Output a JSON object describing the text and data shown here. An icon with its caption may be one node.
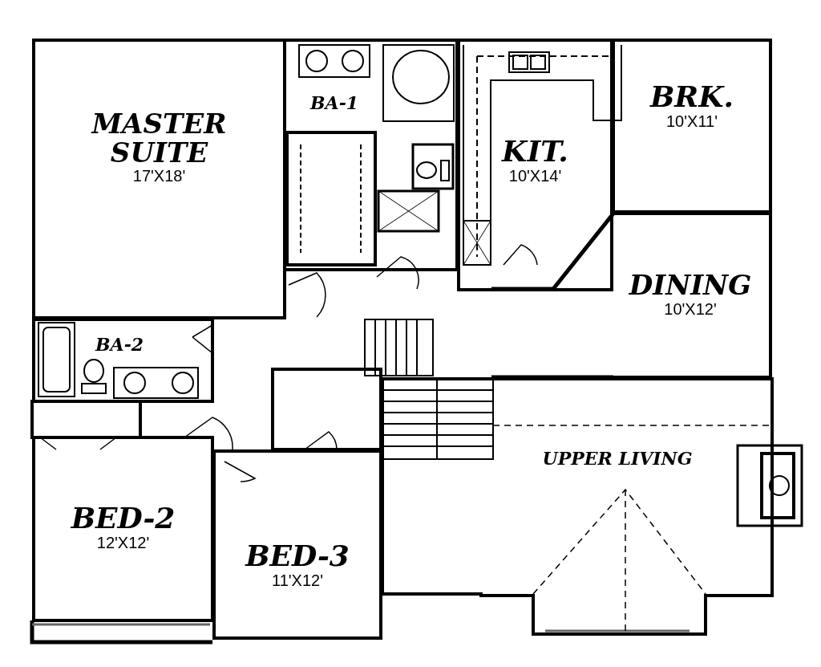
{
  "diagram": {
    "nodes": [
      {
        "text": [
          "MASTER SUITE",
          "17'X18'"
        ]
      },
      {
        "text": [
          "BA-1"
        ]
      },
      {
        "text": [
          "KIT.",
          "10'X14'"
        ]
      },
      {
        "text": [
          "BRK.",
          "10'X11'"
        ]
      },
      {
        "text": [
          "DINING",
          "10'X12'"
        ]
      },
      {
        "text": [
          "BA-2"
        ]
      },
      {
        "text": [
          "BED-2",
          "12'X12'"
        ]
      },
      {
        "text": [
          "BED-3",
          "11'X12'"
        ]
      },
      {
        "text": [
          "UPPER LIVING"
        ]
      }
    ]
  }
}
